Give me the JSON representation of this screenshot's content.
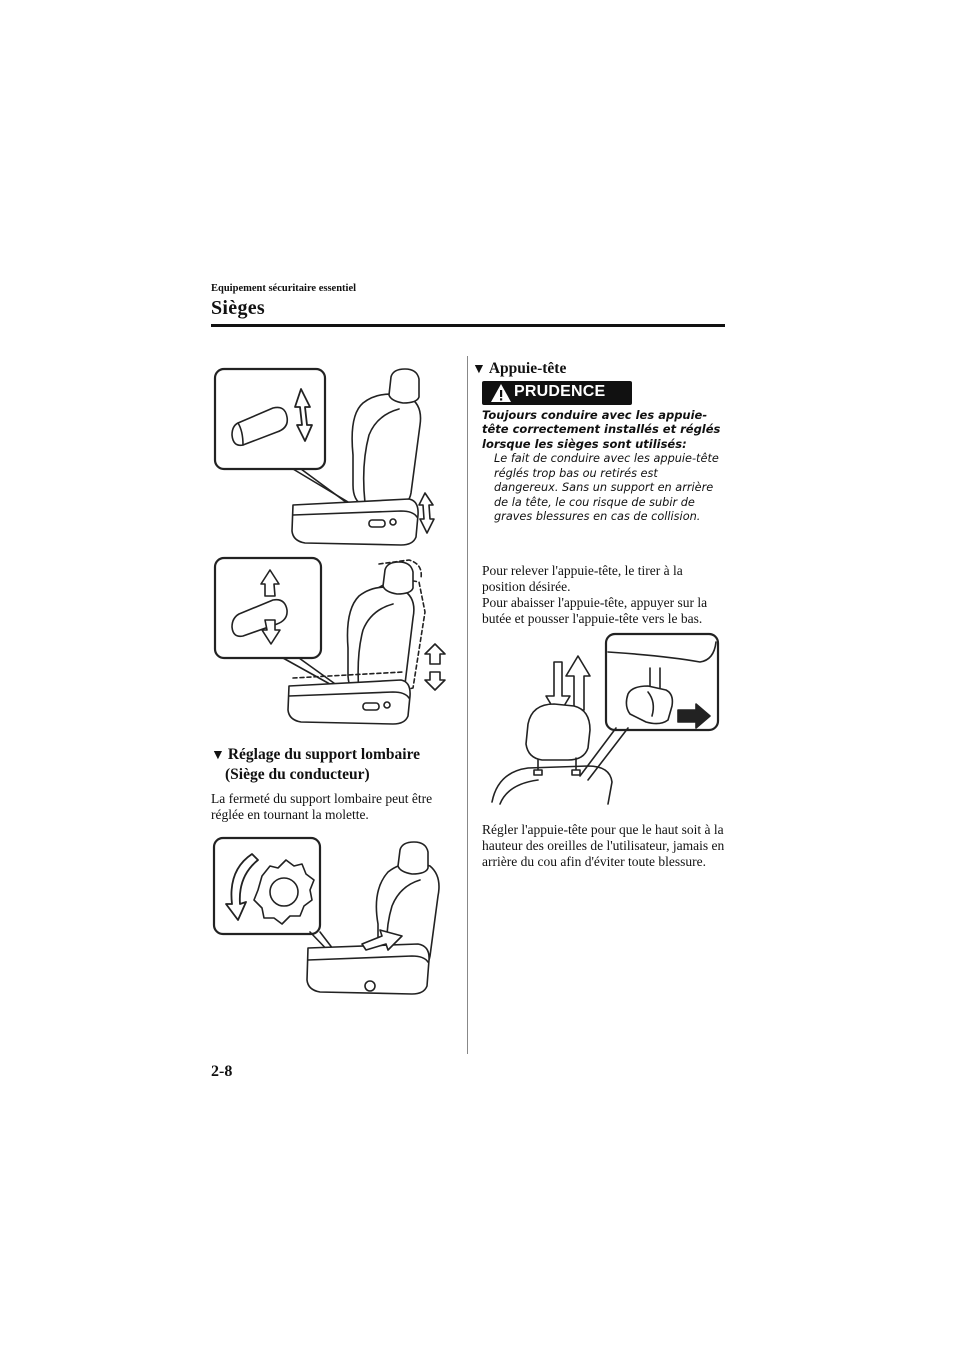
{
  "header": {
    "section": "Equipement sécuritaire essentiel",
    "title": "Sièges"
  },
  "lumbar": {
    "heading_line1": "Réglage du support lombaire",
    "heading_line2": "(Siège du conducteur)",
    "body": "La fermeté du support lombaire peut être réglée en tournant la molette."
  },
  "headrest": {
    "heading": "Appuie-tête",
    "caution_label": "PRUDENCE",
    "caution_title": "Toujours conduire avec les appuie-tête correctement installés et réglés lorsque les sièges sont utilisés:",
    "caution_body": "Le fait de conduire avec les appuie-tête réglés trop bas ou retirés est dangereux. Sans un support en arrière de la tête, le cou risque de subir de graves blessures en cas de collision.",
    "instructions_line1": "Pour relever l'appuie-tête, le tirer à la position désirée.",
    "instructions_line2": "Pour abaisser l'appuie-tête, appuyer sur la butée et pousser l'appuie-tête vers le bas.",
    "adjust_note": "Régler l'appuie-tête pour que le haut soit à la hauteur des oreilles de l'utilisateur, jamais en arrière du cou afin d'éviter toute blessure."
  },
  "footer": {
    "page_number": "2-8"
  },
  "icons": {
    "heading_marker": "triangle-down-icon",
    "caution_marker": "exclamation-icon"
  }
}
